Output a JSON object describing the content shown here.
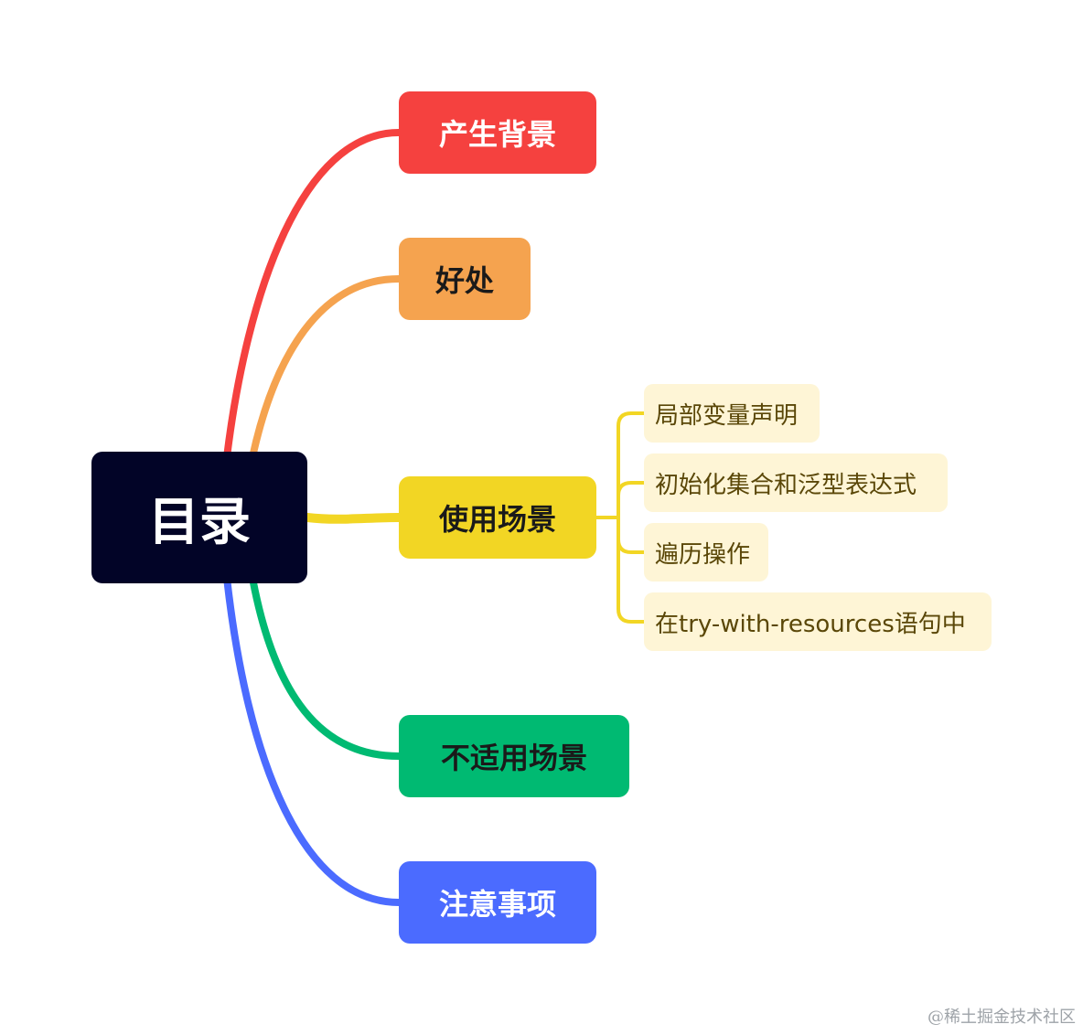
{
  "root": {
    "label": "目录",
    "color": "#020427"
  },
  "branches": [
    {
      "label": "产生背景",
      "color": "#f5413f"
    },
    {
      "label": "好处",
      "color": "#f5a34f"
    },
    {
      "label": "使用场景",
      "color": "#f2d624",
      "children": [
        "局部变量声明",
        "初始化集合和泛型表达式",
        "遍历操作",
        "在try-with-resources语句中"
      ]
    },
    {
      "label": "不适用场景",
      "color": "#00ba72"
    },
    {
      "label": "注意事项",
      "color": "#4b6bff"
    }
  ],
  "watermark": "@稀土掘金技术社区"
}
